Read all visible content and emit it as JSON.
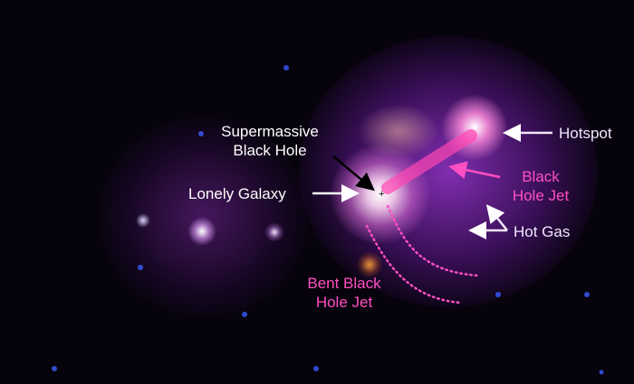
{
  "image": {
    "description": "Composite astronomy image of a galaxy with a bent black hole jet, hot gas and hotspot",
    "colors": {
      "background": "#07030d",
      "gas": "#8a2fc4",
      "jet": "#ff3fb4",
      "label_white": "#ffffff",
      "label_pink": "#ff4fc2"
    }
  },
  "labels": {
    "supermassive_line1": "Supermassive",
    "supermassive_line2": "Black Hole",
    "lonely_galaxy": "Lonely Galaxy",
    "hotspot": "Hotspot",
    "jet_line1": "Black",
    "jet_line2": "Hole Jet",
    "hot_gas": "Hot Gas",
    "bent_line1": "Bent Black",
    "bent_line2": "Hole Jet"
  }
}
